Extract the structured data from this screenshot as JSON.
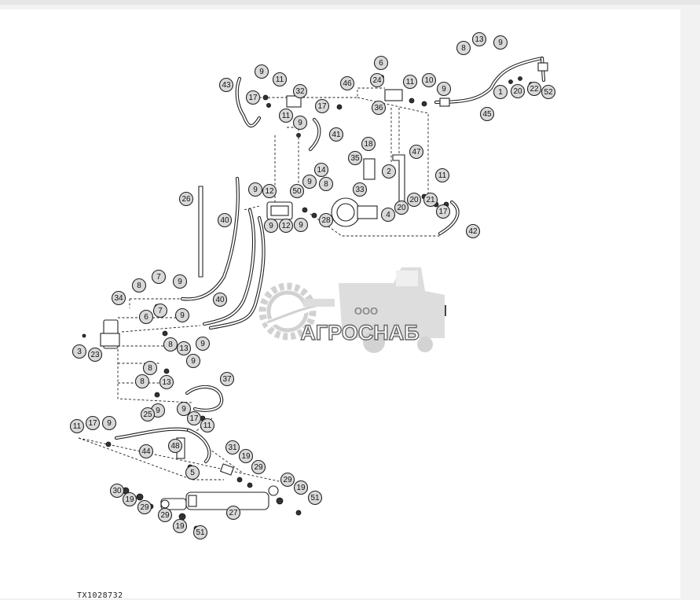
{
  "figure_code": "TX1028732",
  "watermark": {
    "line1": "ООО",
    "line2": "АГРОСНАБ"
  },
  "callouts": [
    {
      "label": "13"
    },
    {
      "label": "9"
    },
    {
      "label": "8"
    },
    {
      "label": "1"
    },
    {
      "label": "20"
    },
    {
      "label": "22"
    },
    {
      "label": "52"
    },
    {
      "label": "45"
    },
    {
      "label": "6"
    },
    {
      "label": "24"
    },
    {
      "label": "11"
    },
    {
      "label": "10"
    },
    {
      "label": "9"
    },
    {
      "label": "36"
    },
    {
      "label": "9"
    },
    {
      "label": "43"
    },
    {
      "label": "11"
    },
    {
      "label": "17"
    },
    {
      "label": "32"
    },
    {
      "label": "46"
    },
    {
      "label": "17"
    },
    {
      "label": "11"
    },
    {
      "label": "9"
    },
    {
      "label": "41"
    },
    {
      "label": "18"
    },
    {
      "label": "47"
    },
    {
      "label": "35"
    },
    {
      "label": "2"
    },
    {
      "label": "14"
    },
    {
      "label": "11"
    },
    {
      "label": "9"
    },
    {
      "label": "8"
    },
    {
      "label": "33"
    },
    {
      "label": "9"
    },
    {
      "label": "12"
    },
    {
      "label": "50"
    },
    {
      "label": "20"
    },
    {
      "label": "21"
    },
    {
      "label": "20"
    },
    {
      "label": "4"
    },
    {
      "label": "17"
    },
    {
      "label": "42"
    },
    {
      "label": "28"
    },
    {
      "label": "9"
    },
    {
      "label": "12"
    },
    {
      "label": "9"
    },
    {
      "label": "26"
    },
    {
      "label": "40"
    },
    {
      "label": "40"
    },
    {
      "label": "8"
    },
    {
      "label": "7"
    },
    {
      "label": "9"
    },
    {
      "label": "34"
    },
    {
      "label": "6"
    },
    {
      "label": "7"
    },
    {
      "label": "9"
    },
    {
      "label": "8"
    },
    {
      "label": "13"
    },
    {
      "label": "9"
    },
    {
      "label": "3"
    },
    {
      "label": "23"
    },
    {
      "label": "8"
    },
    {
      "label": "9"
    },
    {
      "label": "8"
    },
    {
      "label": "13"
    },
    {
      "label": "37"
    },
    {
      "label": "9"
    },
    {
      "label": "9"
    },
    {
      "label": "17"
    },
    {
      "label": "11"
    },
    {
      "label": "11"
    },
    {
      "label": "17"
    },
    {
      "label": "9"
    },
    {
      "label": "25"
    },
    {
      "label": "44"
    },
    {
      "label": "48"
    },
    {
      "label": "5"
    },
    {
      "label": "31"
    },
    {
      "label": "19"
    },
    {
      "label": "29"
    },
    {
      "label": "29"
    },
    {
      "label": "19"
    },
    {
      "label": "51"
    },
    {
      "label": "30"
    },
    {
      "label": "19"
    },
    {
      "label": "29"
    },
    {
      "label": "29"
    },
    {
      "label": "19"
    },
    {
      "label": "51"
    },
    {
      "label": "27"
    }
  ]
}
